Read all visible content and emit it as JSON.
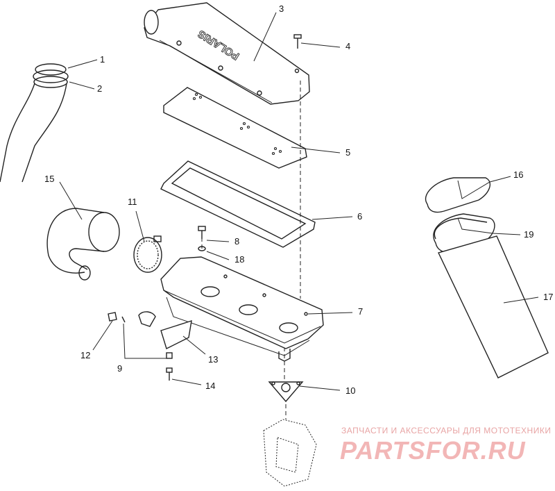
{
  "diagram": {
    "embossed_text": "POLARIS",
    "callouts": {
      "c1": "1",
      "c2": "2",
      "c3": "3",
      "c4": "4",
      "c5": "5",
      "c6": "6",
      "c7": "7",
      "c8": "8",
      "c9": "9",
      "c10": "10",
      "c11": "11",
      "c12": "12",
      "c13": "13",
      "c14": "14",
      "c15": "15",
      "c16": "16",
      "c17": "17",
      "c18": "18",
      "c19": "19"
    }
  },
  "watermark": {
    "tagline": "ЗАПЧАСТИ И АКСЕССУАРЫ ДЛЯ МОТОТЕХНИКИ",
    "logo": "PARTSFOR.RU"
  }
}
